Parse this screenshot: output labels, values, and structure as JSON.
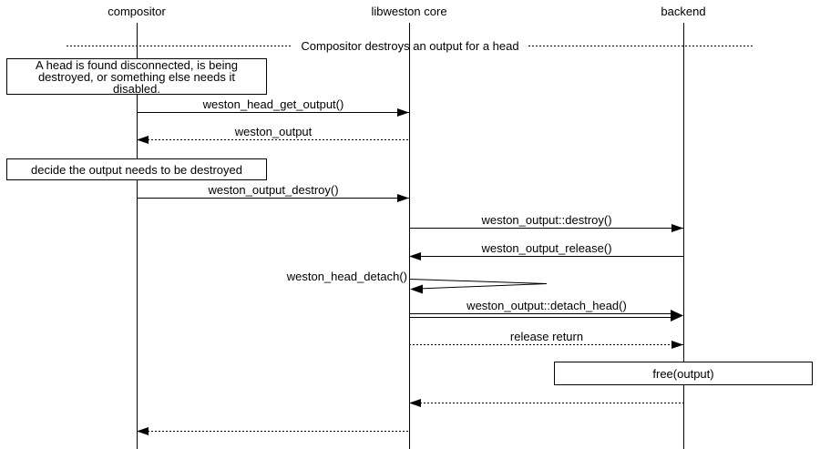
{
  "diagram": {
    "type": "sequence",
    "divider": {
      "label": "Compositor destroys an output for a head"
    },
    "actors": [
      {
        "id": "compositor",
        "label": "compositor"
      },
      {
        "id": "libweston-core",
        "label": "libweston core"
      },
      {
        "id": "backend",
        "label": "backend"
      }
    ],
    "notes": [
      {
        "text": "A head is found disconnected, is being destroyed, or something else needs it disabled.",
        "over": "compositor"
      },
      {
        "text": "decide the output needs to be destroyed",
        "over": "compositor"
      },
      {
        "text": "free(output)",
        "over": "backend"
      }
    ],
    "messages": [
      {
        "label": "weston_head_get_output()",
        "from": "compositor",
        "to": "libweston core",
        "style": "solid"
      },
      {
        "label": "weston_output",
        "from": "libweston core",
        "to": "compositor",
        "style": "dotted"
      },
      {
        "label": "weston_output_destroy()",
        "from": "compositor",
        "to": "libweston core",
        "style": "solid"
      },
      {
        "label": "weston_output::destroy()",
        "from": "libweston core",
        "to": "backend",
        "style": "solid"
      },
      {
        "label": "weston_output_release()",
        "from": "backend",
        "to": "libweston core",
        "style": "solid"
      },
      {
        "label": "weston_head_detach()",
        "from": "libweston core",
        "to": "libweston core",
        "style": "self"
      },
      {
        "label": "weston_output::detach_head()",
        "from": "libweston core",
        "to": "backend",
        "style": "double"
      },
      {
        "label": "release return",
        "from": "libweston core",
        "to": "backend",
        "style": "dotted"
      },
      {
        "label": "",
        "from": "backend",
        "to": "libweston core",
        "style": "dotted"
      },
      {
        "label": "",
        "from": "libweston core",
        "to": "compositor",
        "style": "dotted"
      }
    ],
    "colors": {
      "line": "#000000",
      "background": "#ffffff"
    }
  }
}
